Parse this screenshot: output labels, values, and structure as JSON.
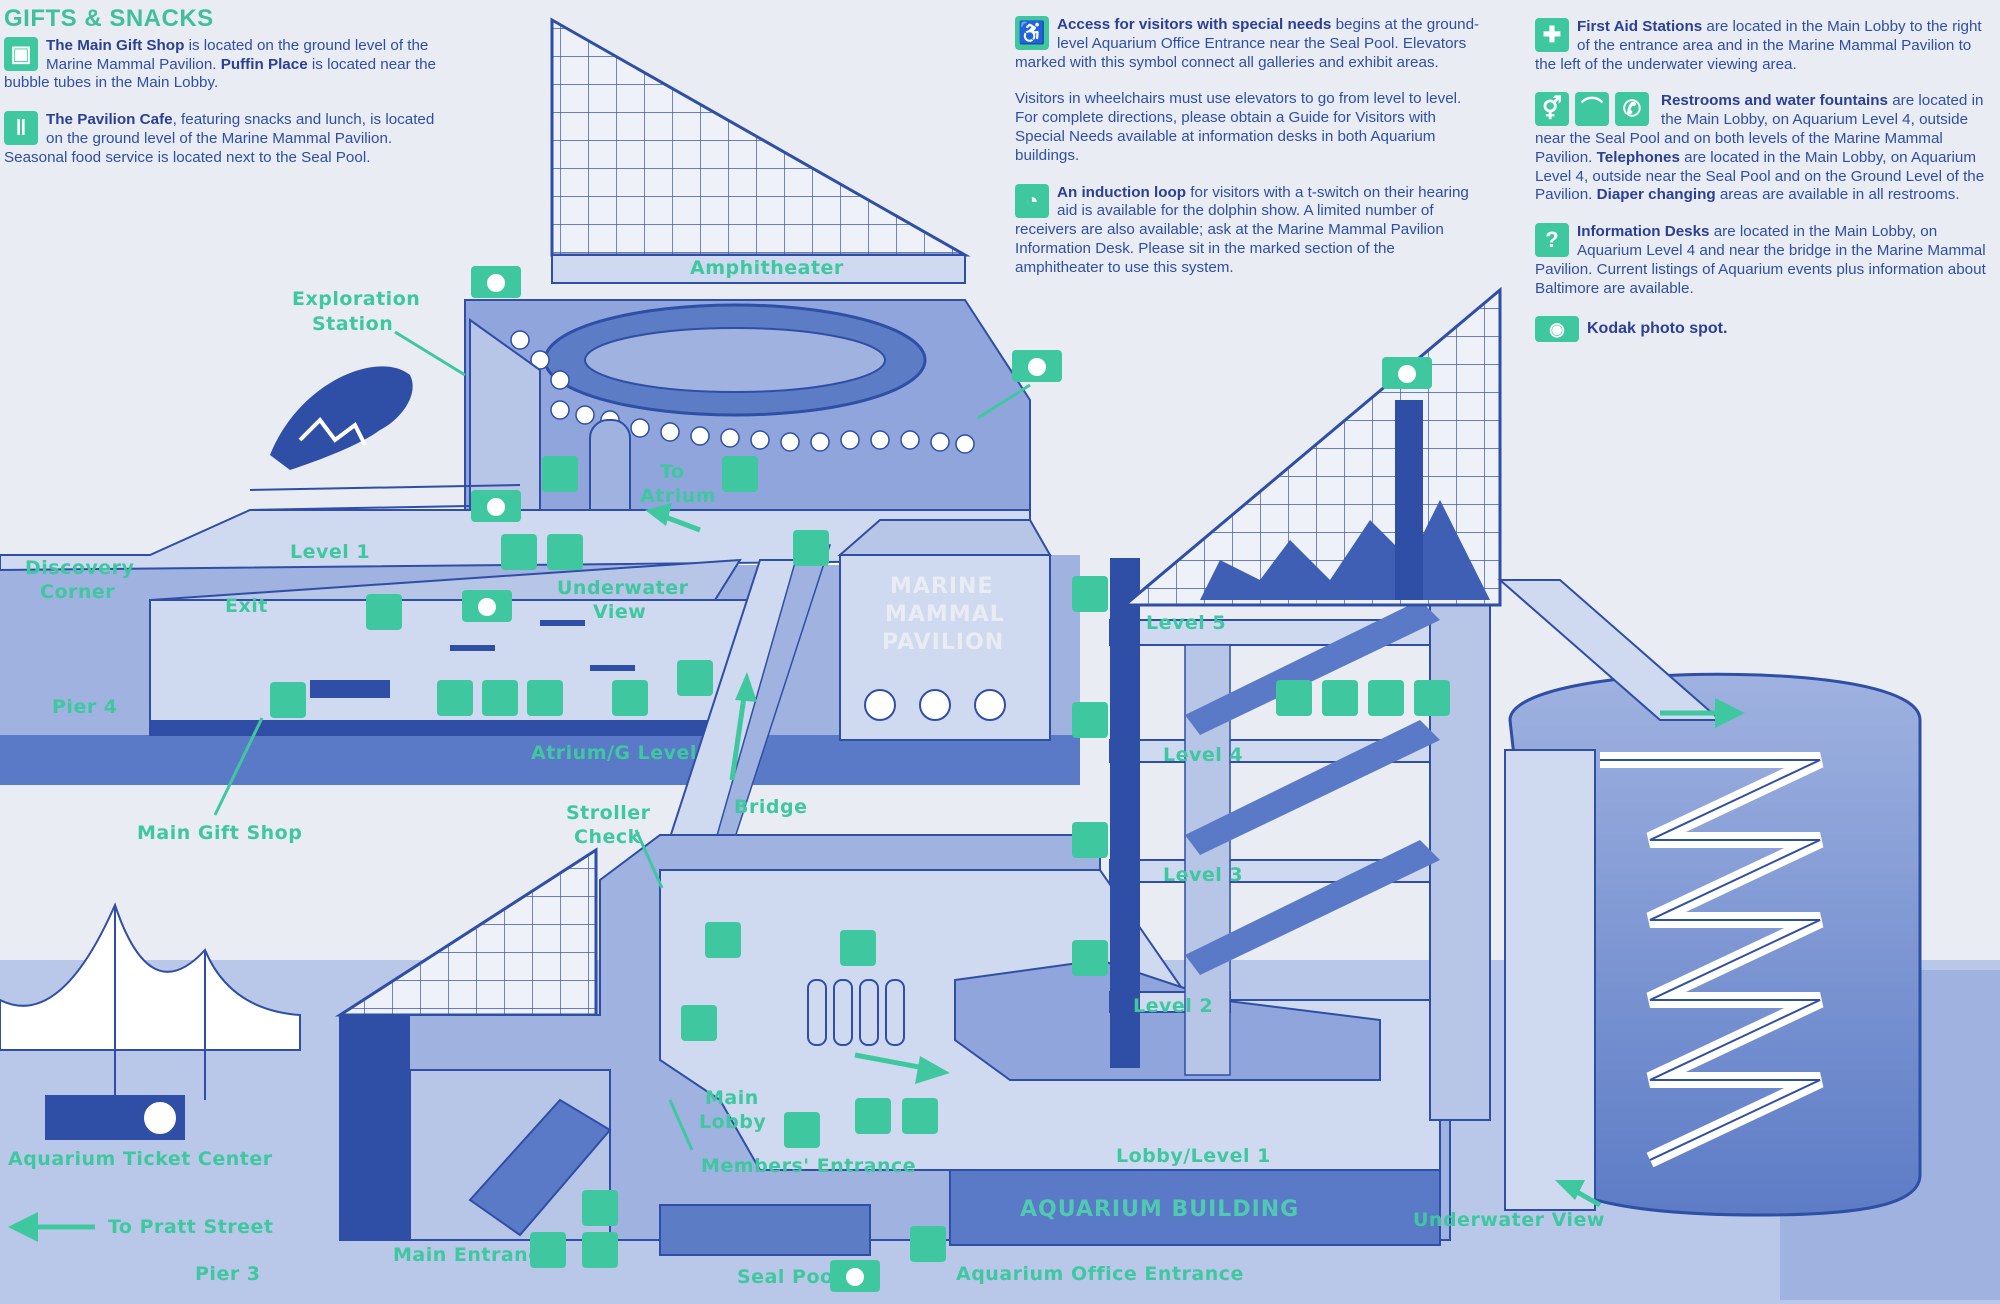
{
  "gifts_snacks": {
    "heading": "GIFTS & SNACKS",
    "gift_shop": {
      "bold": "The Main Gift Shop",
      "text1": " is located on the ground level of the Marine Mammal Pavilion. ",
      "bold2": "Puffin Place",
      "text2": " is located near the bubble tubes in the Main Lobby."
    },
    "cafe": {
      "bold": "The Pavilion Cafe",
      "text": ", featuring snacks and lunch, is located on the ground level of the Marine Mammal Pavilion. Seasonal food service is located next to the Seal Pool."
    }
  },
  "accessibility": {
    "special_needs": {
      "bold": "Access for visitors with special needs",
      "text": " begins at the ground-level Aquarium Office Entrance near the Seal Pool. Elevators marked with this symbol connect all galleries and exhibit areas."
    },
    "wheelchairs": "Visitors in wheelchairs must use elevators to go from level to level. For complete directions, please obtain a Guide for Visitors with Special Needs available at information desks in both Aquarium buildings.",
    "induction": {
      "bold": "An induction loop",
      "text": " for visitors with a t-switch on their hearing aid is available for the dolphin show. A limited number of receivers are also available; ask at the Marine Mammal Pavilion Information Desk. Please sit in the marked section of the amphitheater to use this system."
    }
  },
  "services": {
    "first_aid": {
      "bold": "First Aid Stations",
      "text": " are located in the Main Lobby to the right of the entrance area and in the Marine Mammal Pavilion to the left of the underwater viewing area."
    },
    "restrooms": {
      "bold": "Restrooms and water fountains",
      "text1": " are located in the Main Lobby, on Aquarium Level 4, outside near the Seal Pool and on both levels of the Marine Mammal Pavilion. ",
      "bold2": "Telephones",
      "text2": " are located in the Main Lobby, on Aquarium Level 4, outside near the Seal Pool and on the Ground Level of the Pavilion. ",
      "bold3": "Diaper changing",
      "text3": " areas are available in all restrooms."
    },
    "info_desks": {
      "bold": "Information Desks",
      "text": " are located in the Main Lobby, on Aquarium Level 4 and near the bridge in the Marine Mammal Pavilion. Current listings of Aquarium events plus information about Baltimore are available."
    },
    "kodak": "Kodak photo spot."
  },
  "map_labels": {
    "amphitheater": "Amphitheater",
    "exploration_station_1": "Exploration",
    "exploration_station_2": "Station",
    "discovery_corner_1": "Discovery",
    "discovery_corner_2": "Corner",
    "level_1_pavilion": "Level 1",
    "exit": "Exit",
    "underwater_view_pavilion_1": "Underwater",
    "underwater_view_pavilion_2": "View",
    "to_atrium_1": "To",
    "to_atrium_2": "Atrium",
    "pier_4": "Pier 4",
    "atrium_g_level": "Atrium/G Level",
    "main_gift_shop": "Main Gift Shop",
    "marine_mammal_1": "MARINE",
    "marine_mammal_2": "MAMMAL",
    "marine_mammal_3": "PAVILION",
    "stroller_check_1": "Stroller",
    "stroller_check_2": "Check",
    "bridge": "Bridge",
    "level_5": "Level 5",
    "level_4": "Level 4",
    "level_3": "Level 3",
    "level_2": "Level 2",
    "main_lobby_1": "Main",
    "main_lobby_2": "Lobby",
    "members_entrance": "Members' Entrance",
    "lobby_level_1": "Lobby/Level 1",
    "aquarium_building": "AQUARIUM BUILDING",
    "aquarium_ticket_center": "Aquarium Ticket Center",
    "to_pratt_street": "To Pratt Street",
    "pier_3": "Pier 3",
    "main_entrance": "Main Entrance",
    "seal_pool": "Seal Pool",
    "aquarium_office_entrance": "Aquarium Office Entrance",
    "underwater_view": "Underwater View"
  },
  "icons": {
    "gift": "gift-icon",
    "food": "fork-knife-icon",
    "wheelchair": "wheelchair-icon",
    "first_aid": "first-aid-icon",
    "restroom": "restroom-icon",
    "fountain": "water-fountain-icon",
    "phone": "telephone-icon",
    "info": "information-icon",
    "hearing": "hearing-loop-icon",
    "camera": "camera-icon"
  },
  "colors": {
    "background": "#e9ecf3",
    "accent_green": "#3fc8a0",
    "dark_blue": "#2f4ea5",
    "mid_blue": "#5a7ac8",
    "light_blue": "#b7c5e6"
  }
}
